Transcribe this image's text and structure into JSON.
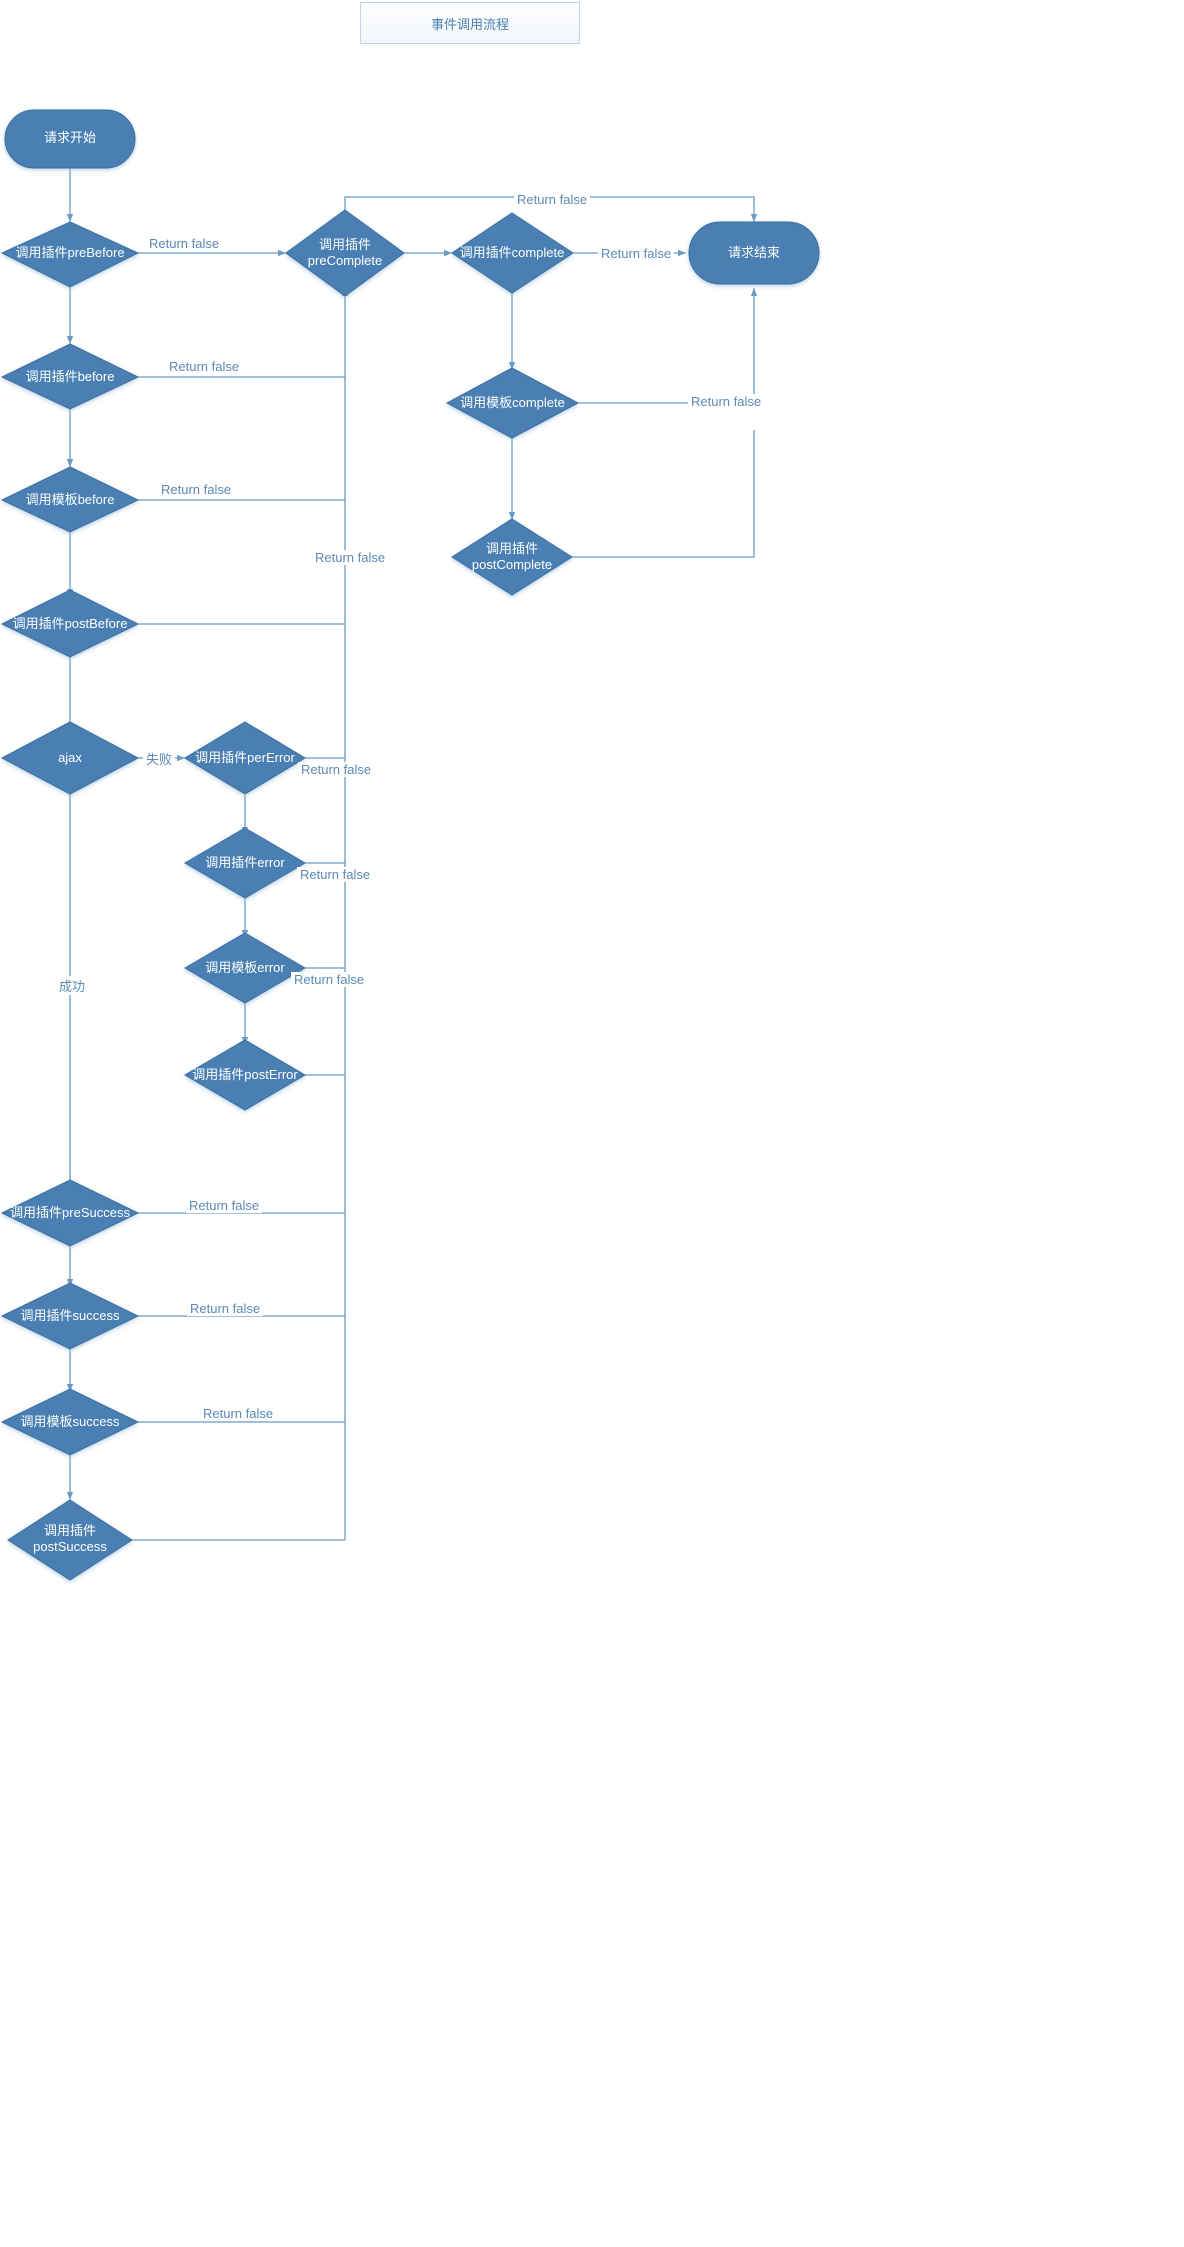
{
  "diagram": {
    "title": "事件调用流程",
    "palette": {
      "node_fill": "#4a7fb2",
      "node_stroke": "#3d6e9e",
      "edge_stroke": "#6a9bc3",
      "label_text": "#5b89b5",
      "node_text": "#ffffff",
      "title_text": "#4a7fb0",
      "title_border": "#c3d4e6",
      "background": "#ffffff"
    },
    "labels": {
      "return_false": "Return false",
      "fail": "失败",
      "success": "成功"
    },
    "nodes": {
      "start": "请求开始",
      "end": "请求结束",
      "pre_before": "调用插件preBefore",
      "before": "调用插件before",
      "tpl_before": "调用模板before",
      "post_before": "调用插件postBefore",
      "ajax": "ajax",
      "per_error": "调用插件perError",
      "error": "调用插件error",
      "tpl_error": "调用模板error",
      "post_error": "调用插件postError",
      "pre_success": "调用插件preSuccess",
      "success": "调用插件success",
      "tpl_success": "调用模板success",
      "post_success": "调用插件\npostSuccess",
      "pre_complete": "调用插件\npreComplete",
      "complete": "调用插件complete",
      "tpl_complete": "调用模板complete",
      "post_complete": "调用插件\npostComplete"
    },
    "edge_labels": {
      "pre_before_false": "Return false",
      "before_false": "Return false",
      "tpl_before_false": "Return false",
      "trunk_false": "Return false",
      "ajax_fail": "失败",
      "ajax_success": "成功",
      "per_error_false": "Return false",
      "error_false": "Return false",
      "tpl_error_false": "Return false",
      "pre_success_false": "Return false",
      "success_false": "Return false",
      "tpl_success_false": "Return false",
      "pre_complete_top_false": "Return false",
      "complete_false": "Return false",
      "tpl_complete_false": "Return false"
    }
  }
}
